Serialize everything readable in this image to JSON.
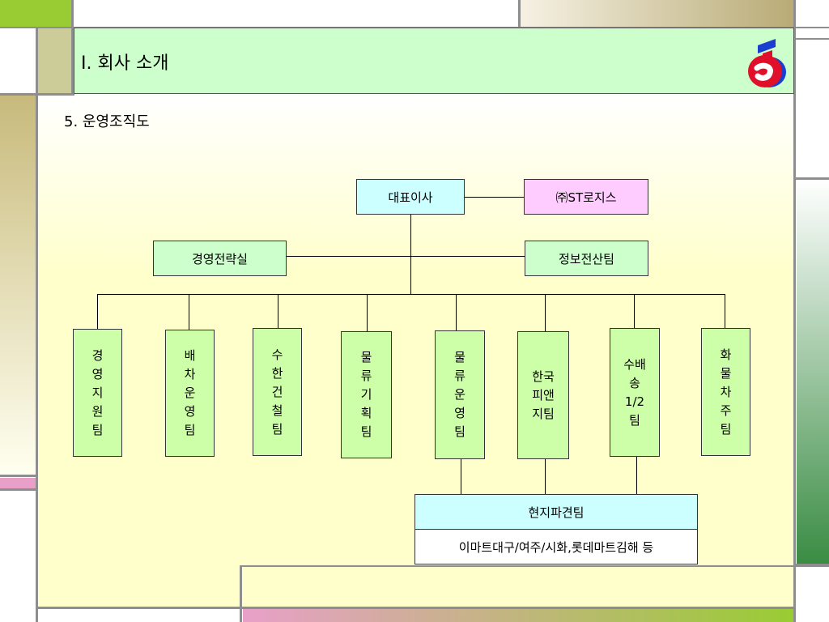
{
  "slide": {
    "title": "Ⅰ. 회사 소개",
    "subtitle": "5. 운영조직도",
    "logo_icon": "company-logo-icon"
  },
  "org": {
    "ceo": "대표이사",
    "affiliate": "㈜ST로지스",
    "strategy": "경영전략실",
    "it": "정보전산팀",
    "teams": [
      "경영지원팀",
      "배차운영팀",
      "수한건철팀",
      "물류기획팀",
      "물류운영팀",
      "한국피앤지팀",
      "수배송1/2팀",
      "화물차주팀"
    ],
    "dispatch_team": "현지파견팀",
    "dispatch_sites": "이마트대구/여주/시화,롯데마트김해 등"
  },
  "colors": {
    "title_band": "#ccffcc",
    "slide_bg": "#ffffcc",
    "ceo_box": "#ccffff",
    "affiliate_box": "#ffccff",
    "team_box": "#ccffa8",
    "logo_red": "#e0102a",
    "logo_blue": "#1a3fd0"
  }
}
